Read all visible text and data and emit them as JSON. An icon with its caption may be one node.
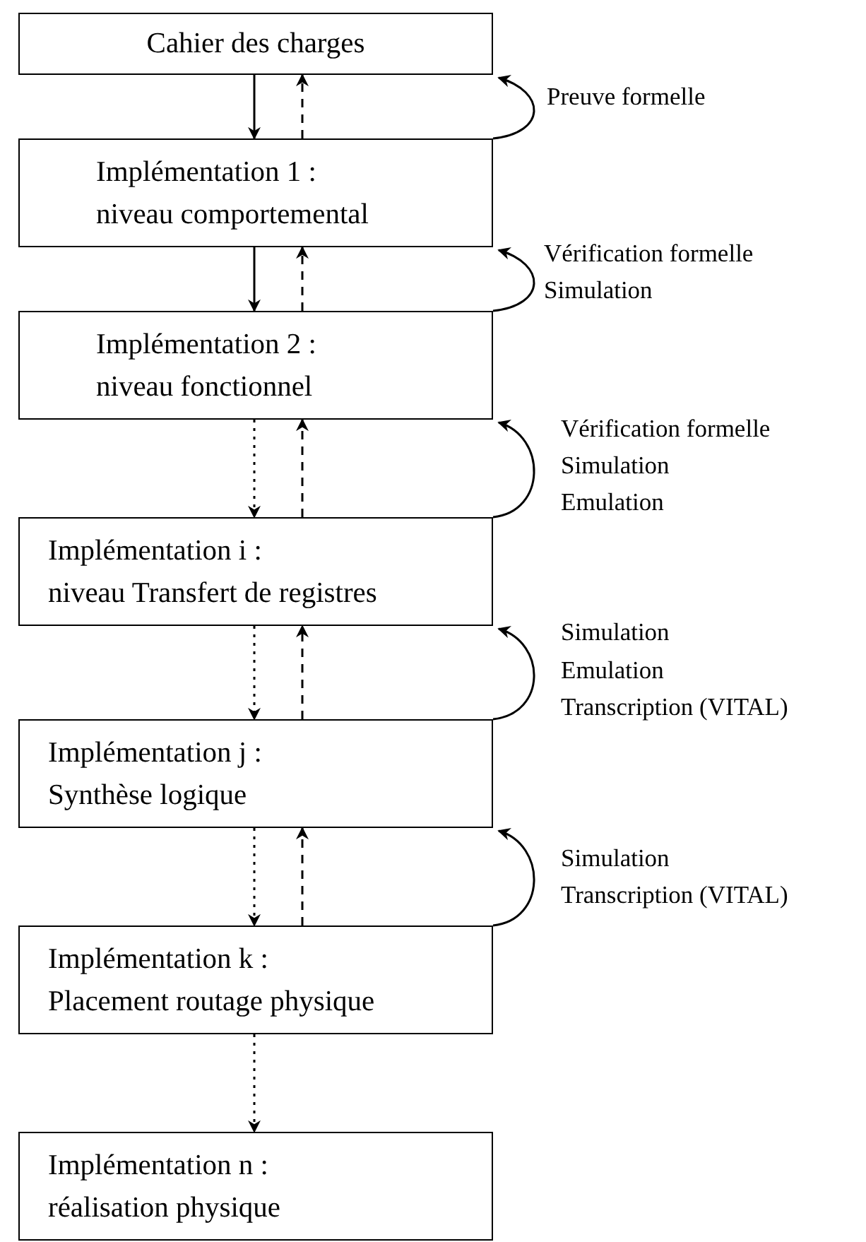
{
  "diagram": {
    "nodes": [
      {
        "text": [
          "Cahier des charges"
        ]
      },
      {
        "text": [
          "Implémentation 1 :",
          "niveau comportemental"
        ]
      },
      {
        "text": [
          "Implémentation 2 :",
          "niveau fonctionnel"
        ]
      },
      {
        "text": [
          "Implémentation i :",
          "niveau Transfert de registres"
        ]
      },
      {
        "text": [
          "Implémentation j :",
          "Synthèse logique"
        ]
      },
      {
        "text": [
          "Implémentation k :",
          "Placement routage physique"
        ]
      },
      {
        "text": [
          "Implémentation n :",
          "réalisation physique"
        ]
      }
    ],
    "edges": [
      {
        "from": 0,
        "to": 1,
        "arrow": "to"
      },
      {
        "from": 1,
        "to": 0,
        "arrow": "to",
        "style": "dashed"
      },
      {
        "from": 1,
        "to": 0,
        "arrow": "to"
      },
      {
        "from": 1,
        "to": 2,
        "arrow": "to"
      },
      {
        "from": 2,
        "to": 1,
        "arrow": "to",
        "style": "dashed"
      },
      {
        "from": 2,
        "to": 1,
        "arrow": "to"
      },
      {
        "from": 2,
        "to": 3,
        "arrow": "to",
        "style": "dashed"
      },
      {
        "from": 3,
        "to": 2,
        "arrow": "to",
        "style": "dashed"
      },
      {
        "from": 3,
        "to": 2,
        "arrow": "to"
      },
      {
        "from": 3,
        "to": 4,
        "arrow": "to",
        "style": "dashed"
      },
      {
        "from": 4,
        "to": 3,
        "arrow": "to",
        "style": "dashed"
      },
      {
        "from": 4,
        "to": 3,
        "arrow": "to"
      },
      {
        "from": 4,
        "to": 5,
        "arrow": "to",
        "style": "dashed"
      },
      {
        "from": 5,
        "to": 4,
        "arrow": "to",
        "style": "dashed"
      },
      {
        "from": 5,
        "to": 4,
        "arrow": "to"
      },
      {
        "from": 5,
        "to": 6,
        "arrow": "to",
        "style": "dashed"
      }
    ],
    "labels": [
      "Preuve formelle",
      "Vérification formelle",
      "Simulation",
      "Vérification formelle",
      "Simulation",
      "Emulation",
      "Simulation",
      "Emulation",
      "Transcription (VITAL)",
      "Simulation",
      "Transcription (VITAL)"
    ]
  }
}
